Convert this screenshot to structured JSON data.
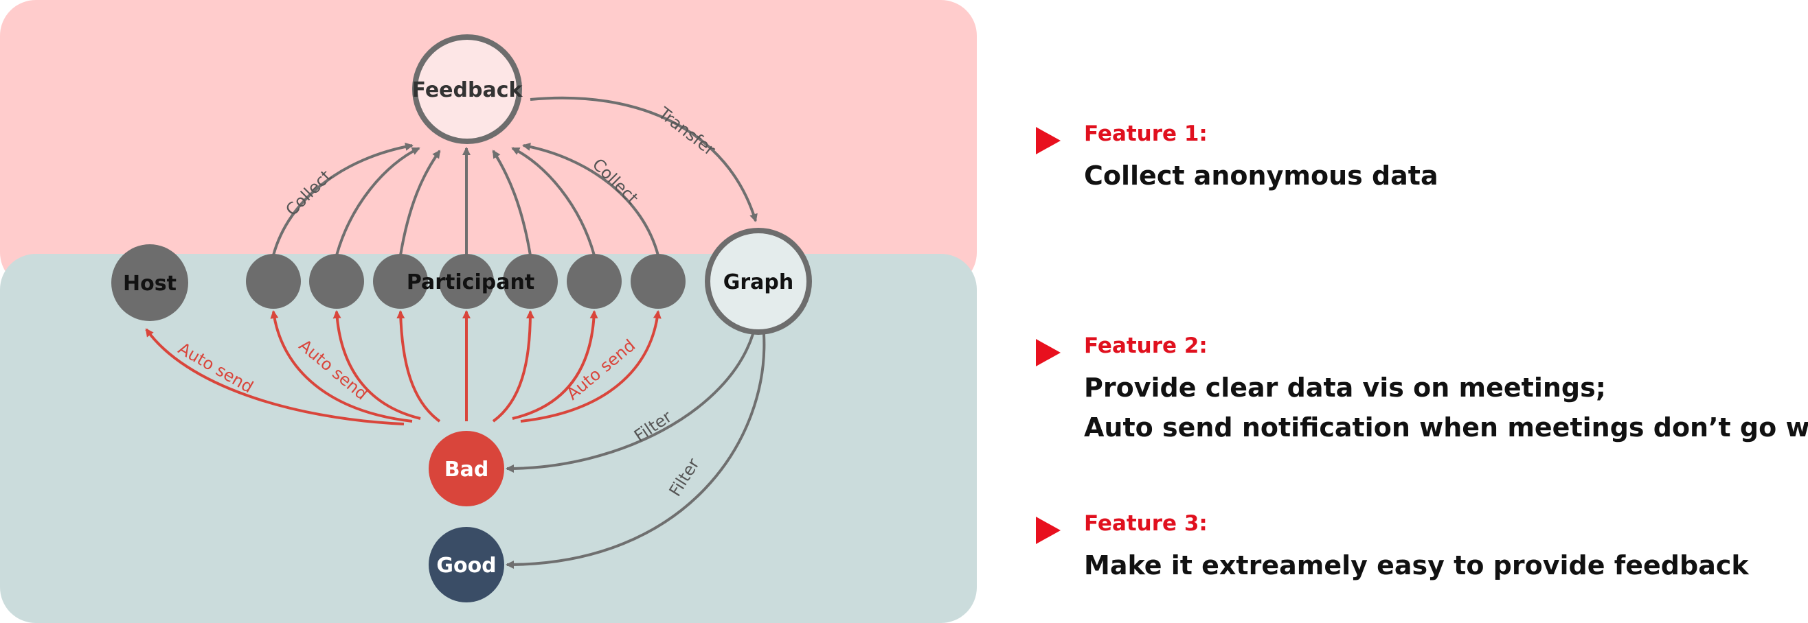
{
  "colors": {
    "top_panel": "#ffcccc",
    "bottom_panel": "#cbdcdc",
    "gray_node": "#6d6d6d",
    "bad_node": "#d9453b",
    "good_node": "#3a4d66",
    "gray_arrow": "#6f6f6f",
    "red_arrow": "#d9453b",
    "feature_red": "#e8101e"
  },
  "nodes": {
    "feedback": "Feedback",
    "host": "Host",
    "participant": "Participant",
    "graph": "Graph",
    "bad": "Bad",
    "good": "Good"
  },
  "edge_labels": {
    "collect_left": "Collect",
    "collect_right": "Collect",
    "transfer": "Transfer",
    "auto_send_host": "Auto send",
    "auto_send_left": "Auto send",
    "auto_send_right": "Auto send",
    "filter_bad": "Filter",
    "filter_good": "Filter"
  },
  "features": [
    {
      "title": "Feature 1:",
      "lines": [
        "Collect anonymous data"
      ]
    },
    {
      "title": "Feature 2:",
      "lines": [
        "Provide clear data vis on meetings;",
        "Auto send notification when meetings don’t go well"
      ]
    },
    {
      "title": "Feature 3:",
      "lines": [
        "Make it extreamely easy to provide feedback"
      ]
    }
  ]
}
